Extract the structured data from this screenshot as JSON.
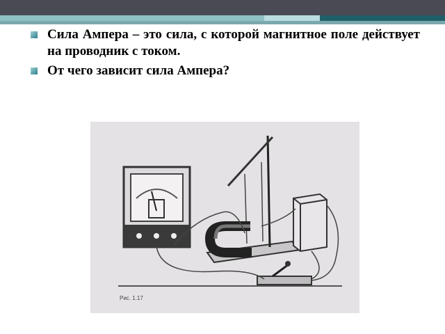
{
  "bullets": [
    "Сила  Ампера – это сила, с которой магнитное поле  действует на проводник с током.",
    "От чего зависит сила Ампера?"
  ],
  "figure": {
    "caption": "Рис. 1.17"
  },
  "colors": {
    "top_bar": "#4a4a55",
    "accent_dark": "#1f5f6a",
    "accent_light": "#8fc0c4",
    "bullet": "#2e7f8a"
  }
}
